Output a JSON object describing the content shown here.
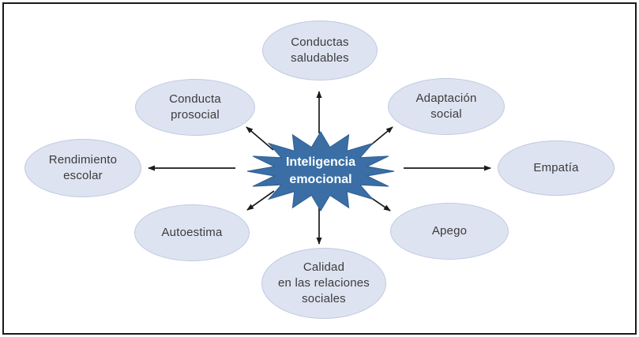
{
  "center": {
    "lines": [
      "Inteligencia",
      "emocional"
    ]
  },
  "nodes": [
    {
      "id": "conductas-saludables",
      "lines": [
        "Conductas",
        "saludables"
      ]
    },
    {
      "id": "adaptacion-social",
      "lines": [
        "Adaptación",
        "social"
      ]
    },
    {
      "id": "empatia",
      "lines": [
        "Empatía"
      ]
    },
    {
      "id": "apego",
      "lines": [
        "Apego"
      ]
    },
    {
      "id": "calidad-relaciones-sociales",
      "lines": [
        "Calidad",
        "en las relaciones",
        "sociales"
      ]
    },
    {
      "id": "autoestima",
      "lines": [
        "Autoestima"
      ]
    },
    {
      "id": "rendimiento-escolar",
      "lines": [
        "Rendimiento",
        "escolar"
      ]
    },
    {
      "id": "conducta-prosocial",
      "lines": [
        "Conducta",
        "prosocial"
      ]
    }
  ],
  "colors": {
    "background": "#ffffff",
    "frame_border": "#1a1a1a",
    "star_fill": "#3a6ea5",
    "star_stroke": "#2f5e93",
    "star_text": "#ffffff",
    "ellipse_fill": "#dee3f1",
    "ellipse_border": "#bfc9e0",
    "node_text": "#3b3b3b",
    "arrow": "#1a1a1a"
  }
}
